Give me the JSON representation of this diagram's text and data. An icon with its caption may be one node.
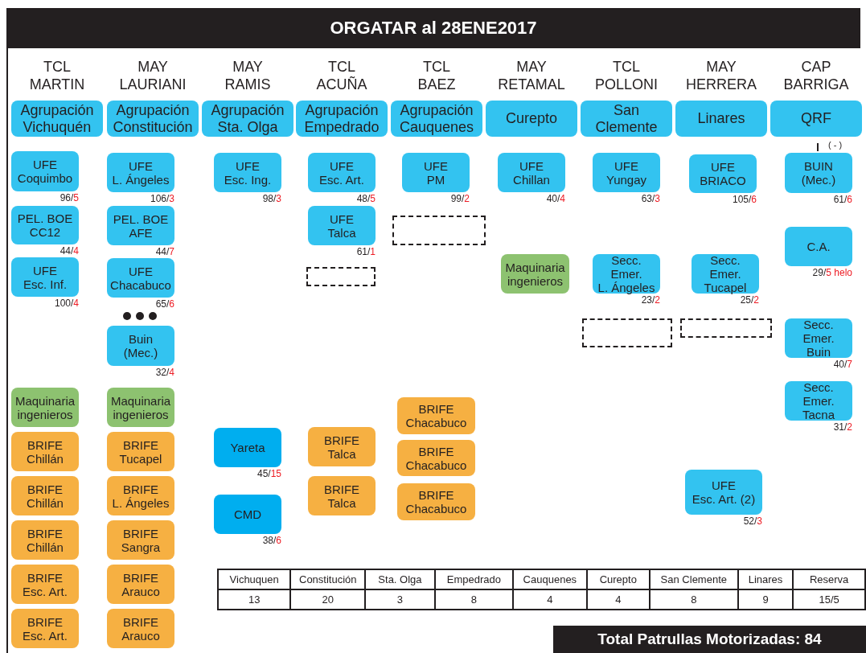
{
  "diagram": {
    "title": "ORGATAR al 28ENE2017",
    "caption": "Total Patrullas Motorizadas: 84",
    "nodes": [
      {
        "text": [
          "TCL MARTIN",
          "Agrupación Vichuquén"
        ]
      },
      {
        "text": [
          "UFE Coquimbo"
        ],
        "beside": [
          "96/5"
        ]
      },
      {
        "text": [
          "PEL. BOE CC12"
        ],
        "beside": [
          "44/4"
        ]
      },
      {
        "text": [
          "UFE Esc. Inf."
        ],
        "beside": [
          "100/4"
        ]
      },
      {
        "text": [
          "Maquinaria ingenieros"
        ]
      },
      {
        "text": [
          "BRIFE Chillán"
        ]
      },
      {
        "text": [
          "BRIFE Chillán"
        ]
      },
      {
        "text": [
          "BRIFE Chillán"
        ]
      },
      {
        "text": [
          "BRIFE Esc. Art."
        ]
      },
      {
        "text": [
          "BRIFE Esc. Art."
        ]
      },
      {
        "text": [
          "MAY LAURIANI",
          "Agrupación Constitución"
        ]
      },
      {
        "text": [
          "UFE L. Ángeles"
        ],
        "beside": [
          "106/3"
        ]
      },
      {
        "text": [
          "PEL. BOE AFE"
        ],
        "beside": [
          "44/7"
        ]
      },
      {
        "text": [
          "UFE Chacabuco"
        ],
        "beside": [
          "65/6"
        ]
      },
      {
        "text": [
          "Buin (Mec.)"
        ],
        "beside": [
          "32/4"
        ]
      },
      {
        "text": [
          "Maquinaria ingenieros"
        ]
      },
      {
        "text": [
          "BRIFE Tucapel"
        ]
      },
      {
        "text": [
          "BRIFE L. Ángeles"
        ]
      },
      {
        "text": [
          "BRIFE Sangra"
        ]
      },
      {
        "text": [
          "BRIFE Arauco"
        ]
      },
      {
        "text": [
          "BRIFE Arauco"
        ]
      },
      {
        "text": [
          "MAY RAMIS",
          "Agrupación Sta. Olga"
        ]
      },
      {
        "text": [
          "UFE Esc. Ing."
        ],
        "beside": [
          "98/3"
        ]
      },
      {
        "text": [
          "Yareta"
        ],
        "beside": [
          "45/15"
        ]
      },
      {
        "text": [
          "CMD"
        ],
        "beside": [
          "38/6"
        ]
      },
      {
        "text": [
          "TCL ACUÑA",
          "Agrupación Empedrado"
        ]
      },
      {
        "text": [
          "UFE Esc. Art."
        ],
        "beside": [
          "48/5"
        ]
      },
      {
        "text": [
          "UFE Talca"
        ],
        "beside": [
          "61/1"
        ]
      },
      {
        "text": [],
        "shape": "box"
      },
      {
        "text": [
          "BRIFE Talca"
        ]
      },
      {
        "text": [
          "BRIFE Talca"
        ]
      },
      {
        "text": [
          "TCL BAEZ",
          "Agrupación Cauquenes"
        ]
      },
      {
        "text": [
          "UFE PM"
        ],
        "beside": [
          "99/2"
        ]
      },
      {
        "text": [],
        "shape": "box"
      },
      {
        "text": [
          "BRIFE Chacabuco"
        ]
      },
      {
        "text": [
          "BRIFE Chacabuco"
        ]
      },
      {
        "text": [
          "BRIFE Chacabuco"
        ]
      },
      {
        "text": [
          "MAY RETAMAL",
          "Curepto"
        ]
      },
      {
        "text": [
          "UFE Chillan"
        ],
        "beside": [
          "40/4"
        ]
      },
      {
        "text": [
          "Maquinaria ingenieros"
        ]
      },
      {
        "text": [
          "TCL POLLONI",
          "San Clemente"
        ]
      },
      {
        "text": [
          "UFE Yungay"
        ],
        "beside": [
          "63/3"
        ]
      },
      {
        "text": [
          "Secc. Emer. L. Ángeles"
        ],
        "beside": [
          "23/2"
        ]
      },
      {
        "text": [],
        "shape": "box"
      },
      {
        "text": [
          "MAY HERRERA",
          "Linares"
        ]
      },
      {
        "text": [
          "UFE BRIACO"
        ],
        "beside": [
          "105/6"
        ]
      },
      {
        "text": [
          "Secc. Emer. Tucapel"
        ],
        "beside": [
          "25/2"
        ]
      },
      {
        "text": [],
        "shape": "box"
      },
      {
        "text": [
          "UFE Esc. Art. (2)"
        ],
        "beside": [
          "52/3"
        ]
      },
      {
        "text": [
          "CAP BARRIGA",
          "QRF"
        ]
      },
      {
        "text": [
          "BUIN (Mec.)"
        ],
        "beside": [
          "61/6"
        ]
      },
      {
        "text": [
          "C.A."
        ],
        "beside": [
          "29/5 helo"
        ]
      },
      {
        "text": [
          "Secc. Emer. Buin"
        ],
        "beside": [
          "40/7"
        ]
      },
      {
        "text": [
          "Secc. Emer. Tacna"
        ],
        "beside": [
          "31/2"
        ]
      }
    ],
    "labels": [
      "( - )",
      "Vichuquen",
      "Constitución",
      "Sta. Olga",
      "Empedrado",
      "Cauquenes",
      "Curepto",
      "San Clemente",
      "Linares",
      "Reserva",
      "13",
      "20",
      "3",
      "8",
      "4",
      "4",
      "8",
      "9",
      "15/5"
    ]
  }
}
